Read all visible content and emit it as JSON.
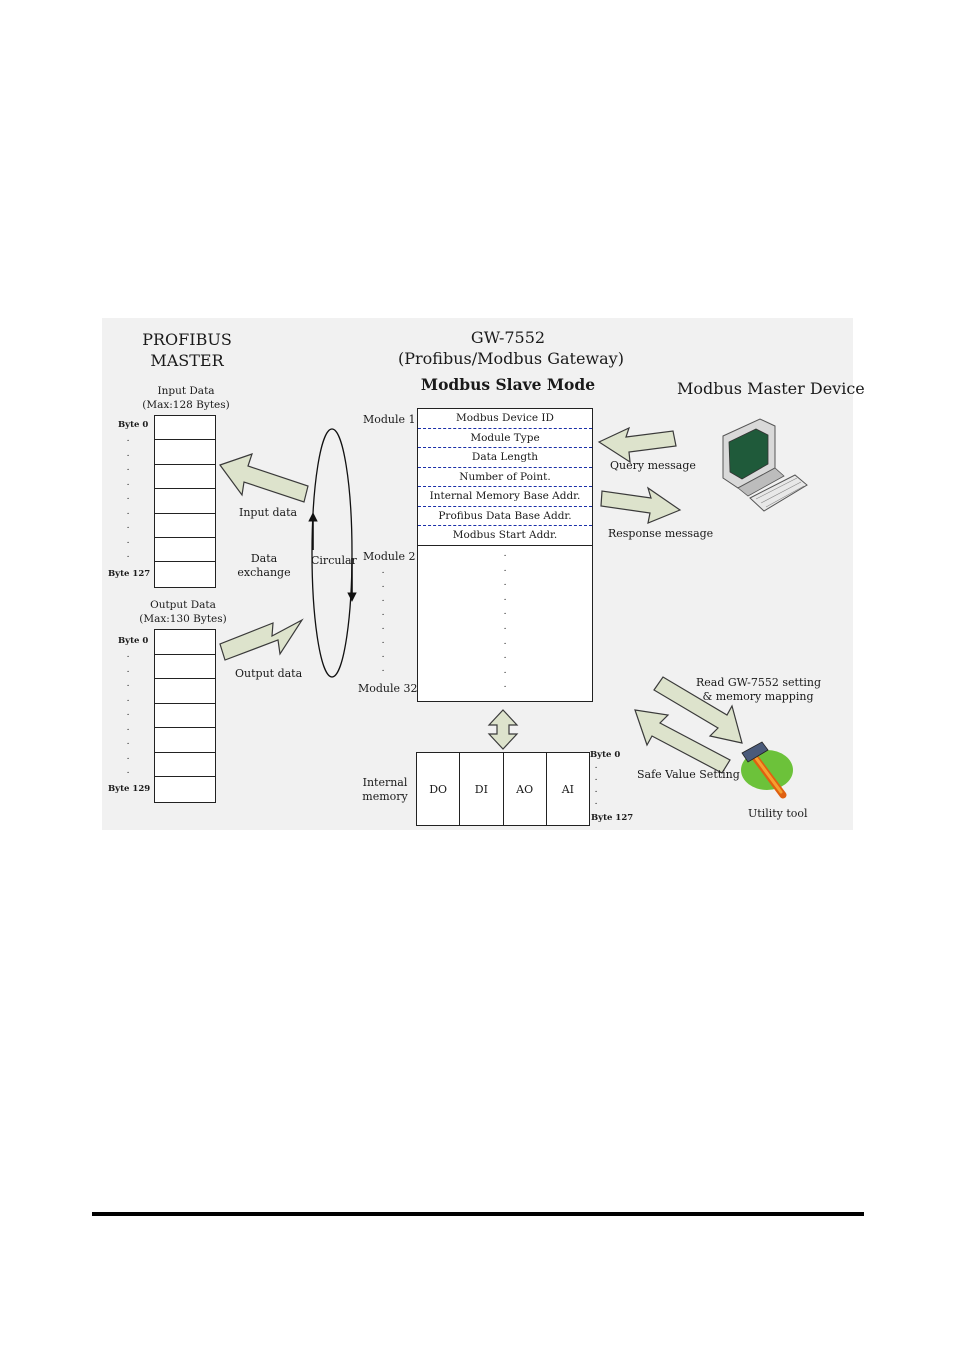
{
  "profibus": {
    "title_line1": "PROFIBUS",
    "title_line2": "MASTER",
    "input": {
      "title_line1": "Input Data",
      "title_line2": "(Max:128 Bytes)",
      "first_byte": "Byte 0",
      "last_byte": "Byte 127"
    },
    "output": {
      "title_line1": "Output Data",
      "title_line2": "(Max:130 Bytes)",
      "first_byte": "Byte 0",
      "last_byte": "Byte 129"
    }
  },
  "gateway": {
    "title_line1": "GW-7552",
    "title_line2": "(Profibus/Modbus Gateway)",
    "mode": "Modbus Slave Mode",
    "module_1": "Module 1",
    "module_2": "Module 2",
    "module_32": "Module 32",
    "module_fields": [
      "Modbus Device ID",
      "Module Type",
      "Data Length",
      "Number of Point.",
      "Internal Memory Base Addr.",
      "Profibus Data Base Addr.",
      "Modbus Start Addr."
    ],
    "internal_memory_line1": "Internal",
    "internal_memory_line2": "memory",
    "memory_cells": [
      "DO",
      "DI",
      "AO",
      "AI"
    ],
    "memory_first_byte": "Byte 0",
    "memory_last_byte": "Byte 127"
  },
  "exchange": {
    "input_data": "Input data",
    "data_exchange_line1": "Data",
    "data_exchange_line2": "exchange",
    "circular": "Circular",
    "output_data": "Output data"
  },
  "modbus_master": {
    "title": "Modbus Master Device",
    "query": "Query message",
    "response": "Response message"
  },
  "utility": {
    "read_line1": "Read GW-7552 setting",
    "read_line2": "& memory mapping",
    "safe_value": "Safe Value Setting",
    "tool": "Utility tool"
  },
  "colors": {
    "arrow_fill": "#dde3cc",
    "arrow_stroke": "#3a3a3a",
    "dashed_row": "#1a2fa8",
    "monitor_screen": "#1f5a3a"
  },
  "icons": [
    "computer-icon",
    "hammer-icon"
  ]
}
